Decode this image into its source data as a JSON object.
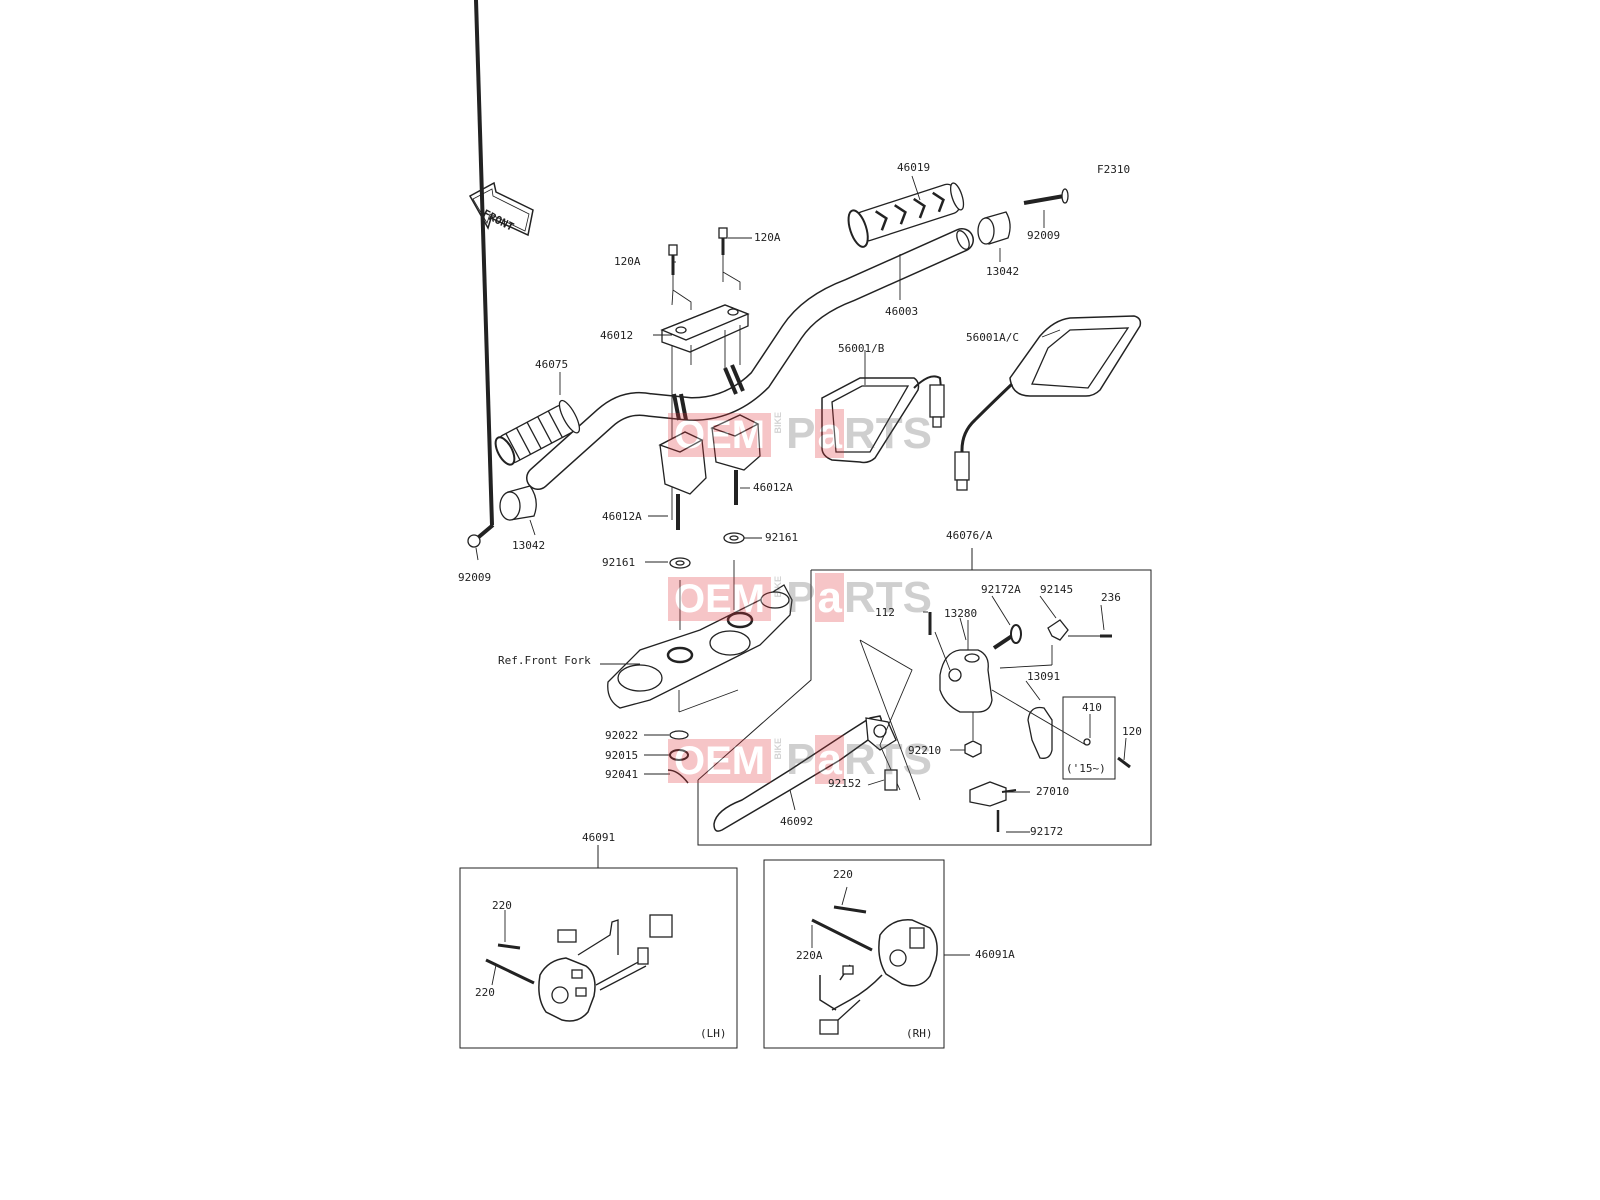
{
  "figure_code": "F2310",
  "front_label": "FRONT",
  "watermark": {
    "oem": "OEM",
    "bike": "BIKE",
    "parts_pre": "P",
    "parts_hl": "a",
    "parts_post": "RTS"
  },
  "labels": {
    "p46019": "46019",
    "p92009_top": "92009",
    "p13042_top": "13042",
    "p120A_left": "120A",
    "p120A_right": "120A",
    "p46003": "46003",
    "p46012": "46012",
    "p46075": "46075",
    "p56001B": "56001/B",
    "p56001AC": "56001A/C",
    "p46012A_right": "46012A",
    "p46012A_left": "46012A",
    "p13042_bottom": "13042",
    "p92009_bottom": "92009",
    "p92161_right": "92161",
    "p92161_left": "92161",
    "p46076A": "46076/A",
    "p92172A": "92172A",
    "p92145": "92145",
    "p236": "236",
    "p112": "112",
    "p13280": "13280",
    "ref_front_fork": "Ref.Front Fork",
    "p13091": "13091",
    "p410": "410",
    "p120": "120",
    "p15": "('15~)",
    "p92210": "92210",
    "p92022": "92022",
    "p92015": "92015",
    "p92041": "92041",
    "p92152": "92152",
    "p27010": "27010",
    "p46092": "46092",
    "p92172": "92172",
    "p46091": "46091",
    "p220_lh_top": "220",
    "p220_lh_bottom": "220",
    "lh": "(LH)",
    "p220_rh": "220",
    "p220A": "220A",
    "p46091A": "46091A",
    "rh": "(RH)"
  }
}
